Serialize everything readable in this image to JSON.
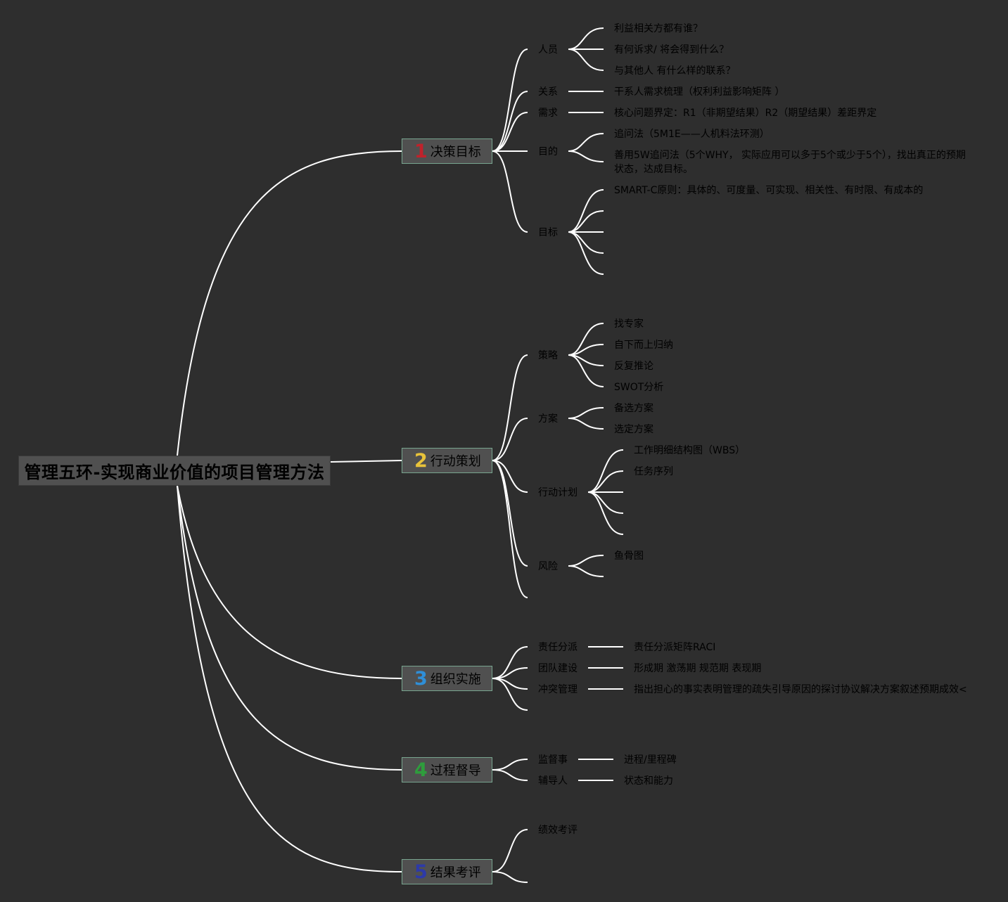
{
  "root": {
    "title": "管理五环-实现商业价值的项目管理方法"
  },
  "colors": {
    "background": "#2e2e2e",
    "line": "#ffffff",
    "node_fill": "#505050",
    "node_border": "#78a58f",
    "text": "#000000"
  },
  "branches": [
    {
      "num": "1",
      "num_color": "#c0222b",
      "label": "决策目标",
      "children": [
        {
          "label": "人员",
          "leaves": [
            "利益相关方都有谁？",
            "有何诉求/ 将会得到什么？",
            "与其他人 有什么样的联系？"
          ]
        },
        {
          "label": "关系",
          "leaves": [
            "干系人需求梳理（权利利益影响矩阵 ）"
          ]
        },
        {
          "label": "需求",
          "leaves": [
            "核心问题界定：R1（非期望结果）R2（期望结果）差距界定"
          ]
        },
        {
          "label": "目的",
          "leaves": [
            "追问法（5M1E——人机料法环测）",
            "善用5W追问法（5个WHY， 实际应用可以多于5个或少于5个），找出真正的预期状态，达成目标。"
          ]
        },
        {
          "label": "目标",
          "leaves": [
            "SMART-C原则：具体的、可度量、可实现、相关性、有时限、有成本的",
            "",
            "",
            "",
            ""
          ]
        },
        {
          "label": "",
          "leaves": []
        }
      ]
    },
    {
      "num": "2",
      "num_color": "#e8c33a",
      "label": "行动策划",
      "children": [
        {
          "label": "策略",
          "leaves": [
            "找专家",
            "自下而上归纳",
            "反复推论",
            "SWOT分析"
          ]
        },
        {
          "label": "方案",
          "leaves": [
            "备选方案",
            "选定方案"
          ]
        },
        {
          "label": "行动计划",
          "leaves": [
            "工作明细结构图（WBS）",
            "任务序列",
            "",
            "",
            ""
          ]
        },
        {
          "label": "风险",
          "leaves": [
            "鱼骨图",
            ""
          ]
        },
        {
          "label": "",
          "leaves": []
        }
      ]
    },
    {
      "num": "3",
      "num_color": "#2f8fd8",
      "label": "组织实施",
      "children": [
        {
          "label": "责任分派",
          "leaves": [
            "责任分派矩阵RACI"
          ]
        },
        {
          "label": "团队建设",
          "leaves": [
            "形成期 激荡期 规范期 表现期"
          ]
        },
        {
          "label": "冲突管理",
          "leaves": [
            "指出担心的事实表明管理的疏失引导原因的探讨协议解决方案叙述预期成效<"
          ]
        },
        {
          "label": "",
          "leaves": []
        }
      ]
    },
    {
      "num": "4",
      "num_color": "#2e9d3c",
      "label": "过程督导",
      "children": [
        {
          "label": "监督事",
          "leaves": [
            "进程/里程碑"
          ]
        },
        {
          "label": "辅导人",
          "leaves": [
            "状态和能力"
          ]
        }
      ]
    },
    {
      "num": "5",
      "num_color": "#2d3aa8",
      "label": "结果考评",
      "children": [
        {
          "label": "绩效考评",
          "leaves": []
        },
        {
          "label": "",
          "leaves": []
        }
      ]
    }
  ]
}
